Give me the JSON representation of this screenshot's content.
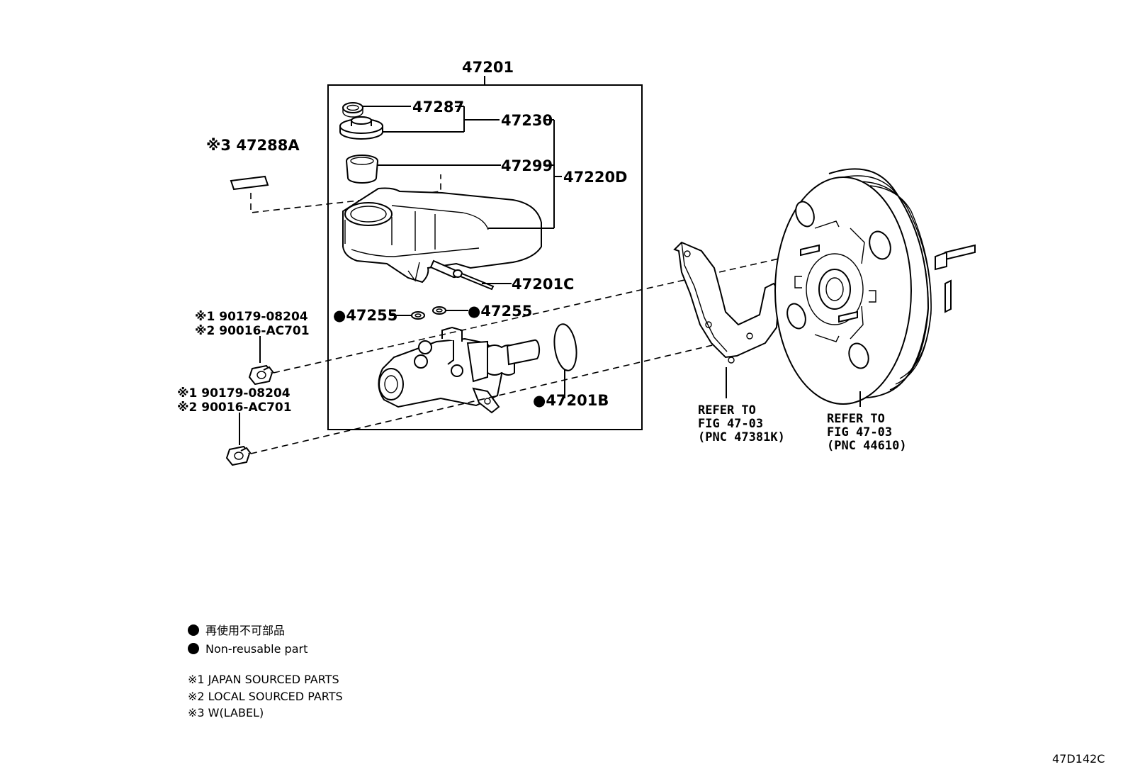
{
  "labels": {
    "assembly": "47201",
    "cap_ring": "47287",
    "cap_sub": "47230",
    "label_part": "※3 47288A",
    "strainer": "47299",
    "reservoir": "47220D",
    "pin": "47201C",
    "grommet_left": "●47255",
    "grommet_right": "●47255",
    "o_ring": "●47201B",
    "nut1_line1": "※1 90179-08204",
    "nut1_line2": "※2 90016-AC701",
    "nut2_line1": "※1 90179-08204",
    "nut2_line2": "※2 90016-AC701"
  },
  "refs": {
    "bracket": [
      "REFER TO",
      "FIG 47-03",
      "(PNC 47381K)"
    ],
    "booster": [
      "REFER TO",
      "FIG 47-03",
      "(PNC 44610)"
    ]
  },
  "legend": {
    "bullet_jp": "再使用不可部品",
    "bullet_en": "Non-reusable part",
    "note1": "※1 JAPAN SOURCED PARTS",
    "note2": "※2 LOCAL SOURCED PARTS",
    "note3": "※3 W(LABEL)"
  },
  "figure_code": "47D142C"
}
